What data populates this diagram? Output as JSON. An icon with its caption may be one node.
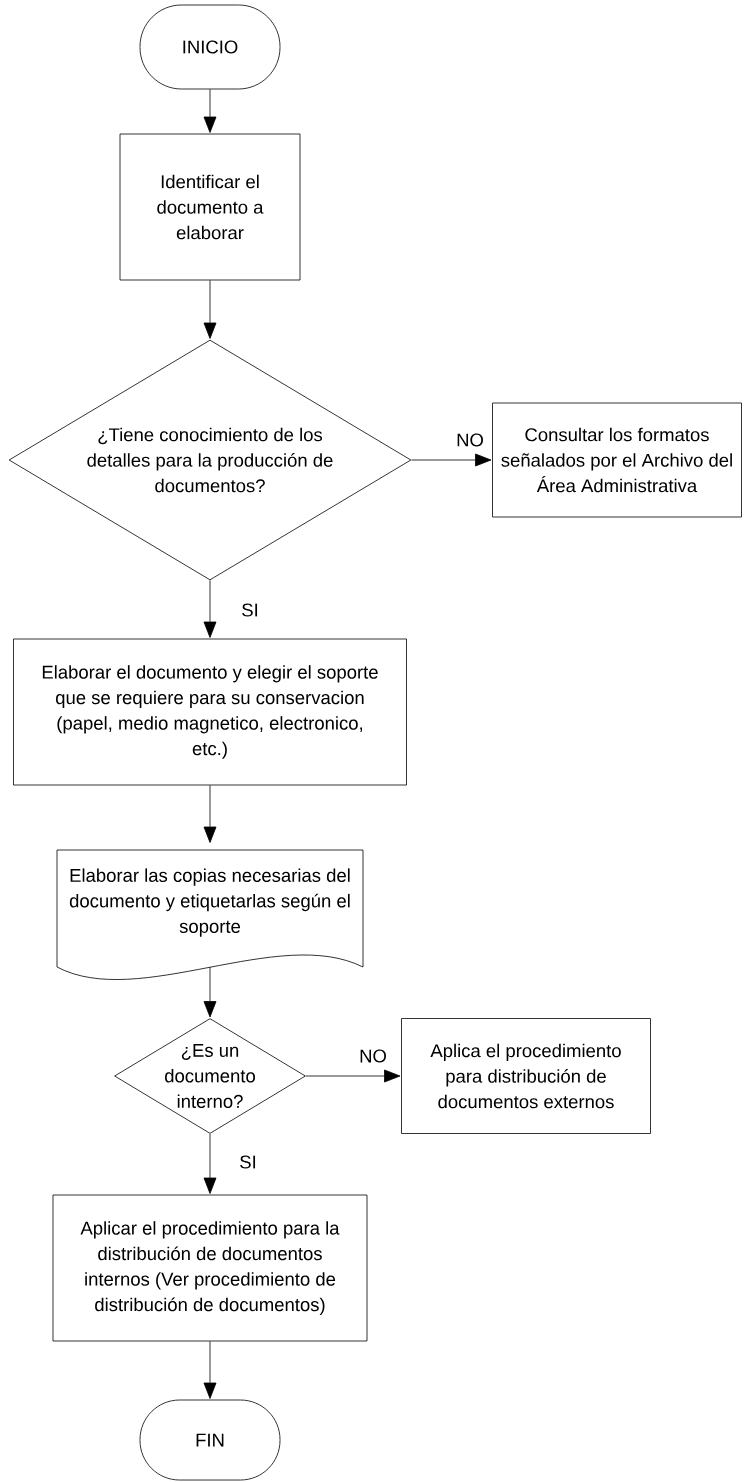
{
  "diagram": {
    "nodes": [
      {
        "text": [
          "INICIO"
        ]
      },
      {
        "text": [
          "Identificar el documento a elaborar"
        ]
      },
      {
        "text": [
          "¿Tiene conocimiento de los detalles para la producción de documentos?"
        ]
      },
      {
        "text": [
          "Consultar los formatos señalados por el Archivo del Área Administrativa"
        ]
      },
      {
        "text": [
          "Elaborar el documento y elegir el soporte que se requiere para su conservacion (papel, medio magnetico, electronico, etc.)"
        ]
      },
      {
        "text": [
          "Elaborar las copias necesarias del documento y etiquetarlas según el soporte"
        ]
      },
      {
        "text": [
          "¿Es un documento interno?"
        ]
      },
      {
        "text": [
          "Aplica el procedimiento para distribución de documentos externos"
        ]
      },
      {
        "text": [
          "Aplicar el procedimiento para la distribución de documentos internos (Ver procedimiento de distribución de documentos)"
        ]
      },
      {
        "text": [
          "FIN"
        ]
      }
    ],
    "edges": [
      {
        "from": 0,
        "to": 1,
        "arrow": "to"
      },
      {
        "from": 1,
        "to": 2,
        "arrow": "to"
      },
      {
        "from": 2,
        "to": 3,
        "arrow": "to",
        "label": "NO"
      },
      {
        "from": 2,
        "to": 4,
        "arrow": "to",
        "label": "SI"
      },
      {
        "from": 4,
        "to": 5,
        "arrow": "to"
      },
      {
        "from": 5,
        "to": 6,
        "arrow": "to"
      },
      {
        "from": 6,
        "to": 7,
        "arrow": "to",
        "label": "NO"
      },
      {
        "from": 6,
        "to": 8,
        "arrow": "to",
        "label": "SI"
      },
      {
        "from": 8,
        "to": 9,
        "arrow": "to"
      }
    ]
  }
}
